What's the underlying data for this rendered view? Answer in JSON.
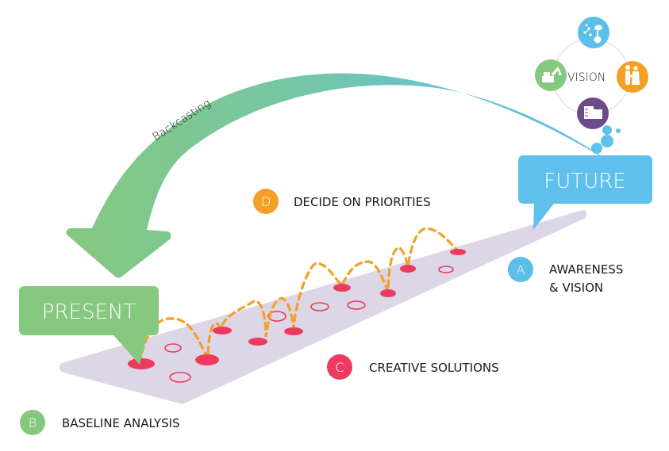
{
  "diagram": {
    "arrow_label": "Backcasting",
    "present_label": "PRESENT",
    "future_label": "FUTURE",
    "vision_label": "VISION",
    "vision_icons": [
      {
        "name": "science-icon",
        "color": "#5bbfe9",
        "position": "top"
      },
      {
        "name": "family-icon",
        "color": "#f4a024",
        "position": "right"
      },
      {
        "name": "buildings-icon",
        "color": "#6b4c8a",
        "position": "bottom"
      },
      {
        "name": "excavator-icon",
        "color": "#86c87f",
        "position": "left"
      }
    ],
    "steps": [
      {
        "letter": "A",
        "text_lines": [
          "AWARENESS",
          "& VISION"
        ],
        "color": "#5bbfe9"
      },
      {
        "letter": "B",
        "text_lines": [
          "BASELINE ANALYSIS"
        ],
        "color": "#86c87f"
      },
      {
        "letter": "C",
        "text_lines": [
          "CREATIVE SOLUTIONS"
        ],
        "color": "#ee3a5f"
      },
      {
        "letter": "D",
        "text_lines": [
          "DECIDE ON PRIORITIES"
        ],
        "color": "#f4a024"
      }
    ],
    "colors": {
      "arrow_start": "#86c87f",
      "arrow_end": "#5bbfe9",
      "present_bubble": "#86c87f",
      "future_bubble": "#5fc0ec",
      "platform": "#dcd6e6",
      "milestone": "#ee3a5f",
      "path": "#f4a024"
    }
  }
}
